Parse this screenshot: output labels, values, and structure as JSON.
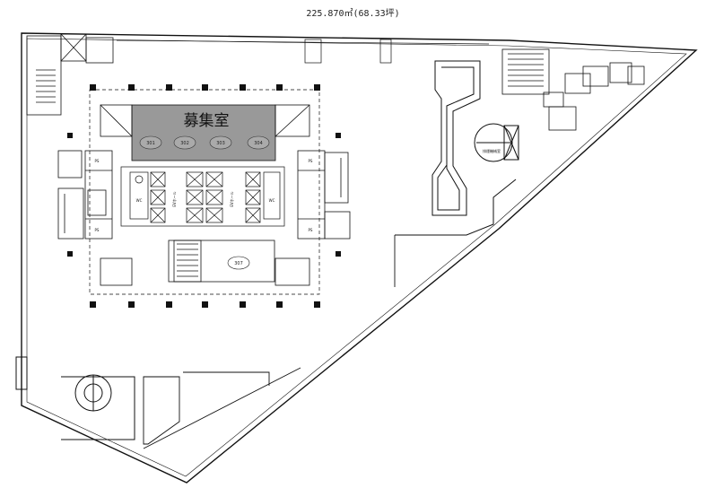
{
  "floor": {
    "area_label": "225.870㎡(68.33坪)",
    "vacancy_label": "募集室",
    "rooms": {
      "r301": "301",
      "r302": "302",
      "r303": "303",
      "r304": "304",
      "r307": "307"
    },
    "small_labels": {
      "ps_left_top": "PS",
      "ps_left_bottom": "PS",
      "ps_right_top": "PS",
      "ps_right_bottom": "PS",
      "ev_hall_left": "EVホール",
      "ev_hall_right": "EVホール",
      "wc_left": "WC",
      "wc_right": "WC",
      "smoke_exhaust": "排煙機械室"
    }
  },
  "colors": {
    "vacant_fill": "#999999",
    "line": "#111111"
  }
}
